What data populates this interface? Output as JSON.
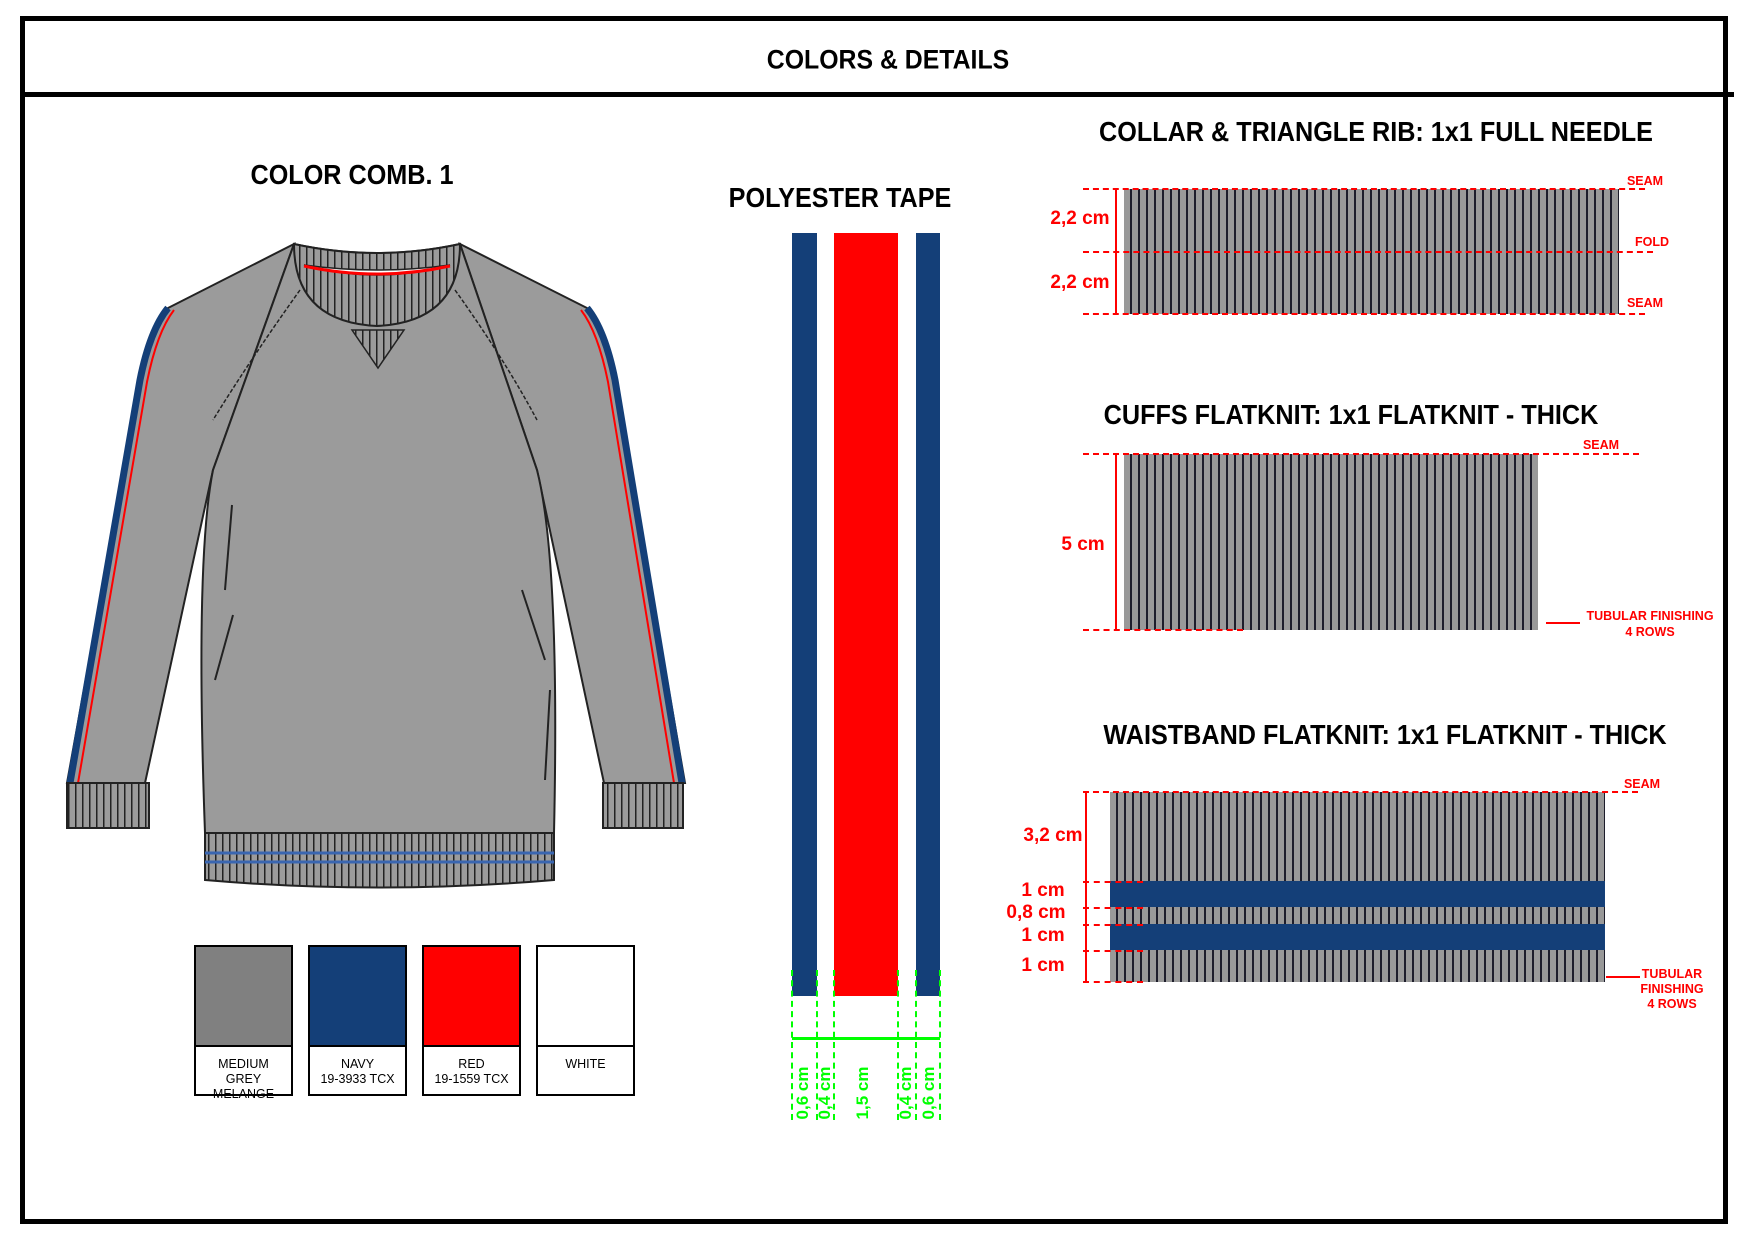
{
  "header": {
    "title": "COLORS & DETAILS"
  },
  "color_comb": {
    "title": "COLOR COMB. 1"
  },
  "swatches": [
    {
      "line1": "MEDIUM",
      "line2": "GREY MELANGE",
      "color": "#808080"
    },
    {
      "line1": "NAVY",
      "line2": "19-3933 TCX",
      "color": "#143f78"
    },
    {
      "line1": "RED",
      "line2": "19-1559 TCX",
      "color": "#ff0000"
    },
    {
      "line1": "WHITE",
      "line2": "",
      "color": "#ffffff"
    }
  ],
  "tape": {
    "title": "POLYESTER TAPE",
    "widths": [
      "0,6 cm",
      "0,4 cm",
      "1,5 cm",
      "0,4 cm",
      "0,6 cm"
    ]
  },
  "collar": {
    "title": "COLLAR & TRIANGLE RIB: 1x1 FULL NEEDLE",
    "dim_top": "2,2 cm",
    "dim_bottom": "2,2 cm",
    "seam_top": "SEAM",
    "fold": "FOLD",
    "seam_bottom": "SEAM"
  },
  "cuffs": {
    "title": "CUFFS FLATKNIT: 1x1 FLATKNIT - THICK",
    "seam": "SEAM",
    "dim": "5 cm",
    "finish_line1": "TUBULAR FINISHING",
    "finish_line2": "4 ROWS"
  },
  "waistband": {
    "title": "WAISTBAND FLATKNIT: 1x1 FLATKNIT - THICK",
    "seam": "SEAM",
    "dims": [
      "3,2 cm",
      "1 cm",
      "0,8 cm",
      "1 cm",
      "1 cm"
    ],
    "finish_line1": "TUBULAR",
    "finish_line2": "FINISHING",
    "finish_line3": "4 ROWS"
  },
  "colors": {
    "grey": "#9b9b9b",
    "navy": "#143f78",
    "red": "#ff0000",
    "green": "#00ff00"
  }
}
